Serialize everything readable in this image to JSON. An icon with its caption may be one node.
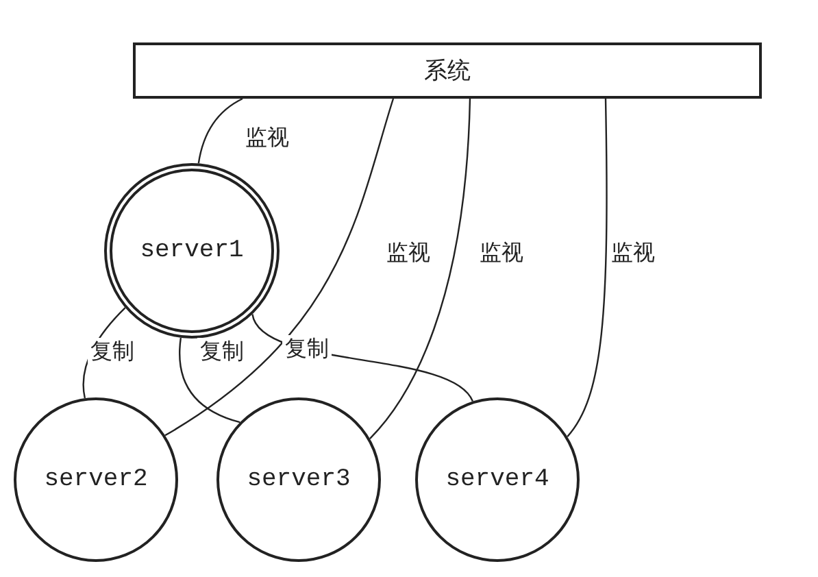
{
  "diagram": {
    "nodes": [
      {
        "text": [
          "系统"
        ]
      },
      {
        "text": [
          "server1"
        ]
      },
      {
        "text": [
          "server2"
        ]
      },
      {
        "text": [
          "server3"
        ]
      },
      {
        "text": [
          "server4"
        ]
      }
    ],
    "edges": [
      {
        "from": 0,
        "to": 1,
        "arrow": "none",
        "label": "监视"
      },
      {
        "from": 0,
        "to": 2,
        "arrow": "none",
        "label": "监视"
      },
      {
        "from": 0,
        "to": 3,
        "arrow": "none",
        "label": "监视"
      },
      {
        "from": 0,
        "to": 4,
        "arrow": "none",
        "label": "监视"
      },
      {
        "from": 1,
        "to": 2,
        "arrow": "none",
        "label": "复制"
      },
      {
        "from": 1,
        "to": 3,
        "arrow": "none",
        "label": "复制"
      },
      {
        "from": 1,
        "to": 4,
        "arrow": "none",
        "label": "复制"
      }
    ]
  }
}
